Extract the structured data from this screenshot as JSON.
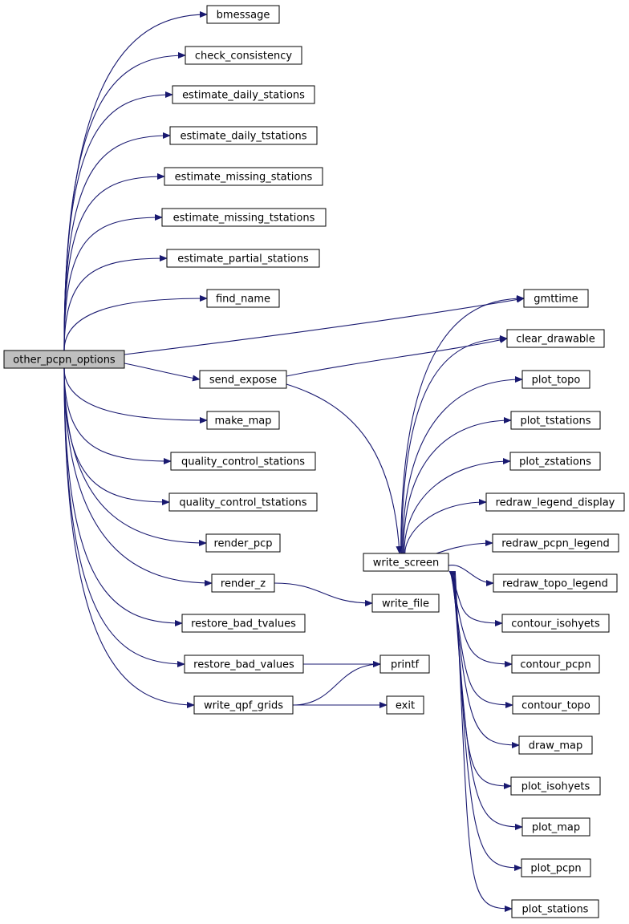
{
  "colors": {
    "edge": "#191970",
    "root_fill": "#bfbfbf",
    "node_fill": "#ffffff",
    "border": "#000000"
  },
  "root": "other_pcpn_options",
  "nodes": {
    "other_pcpn_options": "other_pcpn_options",
    "bmessage": "bmessage",
    "check_consistency": "check_consistency",
    "estimate_daily_stations": "estimate_daily_stations",
    "estimate_daily_tstations": "estimate_daily_tstations",
    "estimate_missing_stations": "estimate_missing_stations",
    "estimate_missing_tstations": "estimate_missing_tstations",
    "estimate_partial_stations": "estimate_partial_stations",
    "find_name": "find_name",
    "gmttime": "gmttime",
    "send_expose": "send_expose",
    "clear_drawable": "clear_drawable",
    "make_map": "make_map",
    "quality_control_stations": "quality_control_stations",
    "quality_control_tstations": "quality_control_tstations",
    "render_pcp": "render_pcp",
    "render_z": "render_z",
    "restore_bad_tvalues": "restore_bad_tvalues",
    "restore_bad_values": "restore_bad_values",
    "write_qpf_grids": "write_qpf_grids",
    "write_screen": "write_screen",
    "write_file": "write_file",
    "printf": "printf",
    "exit": "exit",
    "plot_topo": "plot_topo",
    "plot_tstations": "plot_tstations",
    "plot_zstations": "plot_zstations",
    "redraw_legend_display": "redraw_legend_display",
    "redraw_pcpn_legend": "redraw_pcpn_legend",
    "redraw_topo_legend": "redraw_topo_legend",
    "contour_isohyets": "contour_isohyets",
    "contour_pcpn": "contour_pcpn",
    "contour_topo": "contour_topo",
    "draw_map": "draw_map",
    "plot_isohyets": "plot_isohyets",
    "plot_map": "plot_map",
    "plot_pcpn": "plot_pcpn",
    "plot_stations": "plot_stations"
  },
  "edges": [
    [
      "other_pcpn_options",
      "bmessage"
    ],
    [
      "other_pcpn_options",
      "check_consistency"
    ],
    [
      "other_pcpn_options",
      "estimate_daily_stations"
    ],
    [
      "other_pcpn_options",
      "estimate_daily_tstations"
    ],
    [
      "other_pcpn_options",
      "estimate_missing_stations"
    ],
    [
      "other_pcpn_options",
      "estimate_missing_tstations"
    ],
    [
      "other_pcpn_options",
      "estimate_partial_stations"
    ],
    [
      "other_pcpn_options",
      "find_name"
    ],
    [
      "other_pcpn_options",
      "gmttime"
    ],
    [
      "other_pcpn_options",
      "send_expose"
    ],
    [
      "other_pcpn_options",
      "make_map"
    ],
    [
      "other_pcpn_options",
      "quality_control_stations"
    ],
    [
      "other_pcpn_options",
      "quality_control_tstations"
    ],
    [
      "other_pcpn_options",
      "render_pcp"
    ],
    [
      "other_pcpn_options",
      "render_z"
    ],
    [
      "other_pcpn_options",
      "restore_bad_tvalues"
    ],
    [
      "other_pcpn_options",
      "restore_bad_values"
    ],
    [
      "other_pcpn_options",
      "write_qpf_grids"
    ],
    [
      "send_expose",
      "clear_drawable"
    ],
    [
      "send_expose",
      "write_screen"
    ],
    [
      "render_z",
      "write_file"
    ],
    [
      "restore_bad_values",
      "printf"
    ],
    [
      "write_qpf_grids",
      "printf"
    ],
    [
      "write_qpf_grids",
      "exit"
    ],
    [
      "write_screen",
      "gmttime"
    ],
    [
      "write_screen",
      "clear_drawable"
    ],
    [
      "write_screen",
      "plot_topo"
    ],
    [
      "write_screen",
      "plot_tstations"
    ],
    [
      "write_screen",
      "plot_zstations"
    ],
    [
      "write_screen",
      "redraw_legend_display"
    ],
    [
      "write_screen",
      "redraw_pcpn_legend"
    ],
    [
      "write_screen",
      "redraw_topo_legend"
    ],
    [
      "write_screen",
      "contour_isohyets"
    ],
    [
      "write_screen",
      "contour_pcpn"
    ],
    [
      "write_screen",
      "contour_topo"
    ],
    [
      "write_screen",
      "draw_map"
    ],
    [
      "write_screen",
      "plot_isohyets"
    ],
    [
      "write_screen",
      "plot_map"
    ],
    [
      "write_screen",
      "plot_pcpn"
    ],
    [
      "write_screen",
      "plot_stations"
    ]
  ]
}
